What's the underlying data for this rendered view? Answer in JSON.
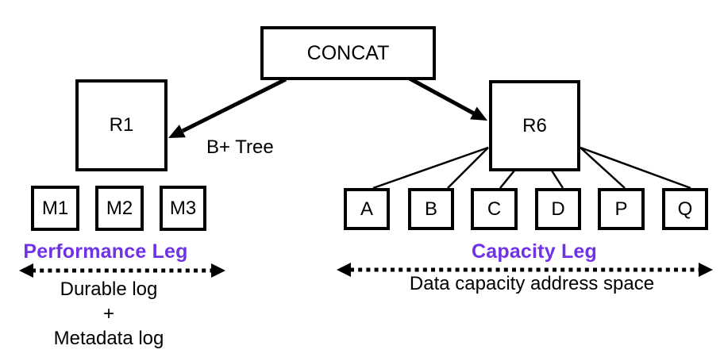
{
  "diagram": {
    "title_box": "CONCAT",
    "edge_label": "B+ Tree",
    "performance_leg": {
      "raid_label": "R1",
      "mirrors": [
        "M1",
        "M2",
        "M3"
      ],
      "leg_label": "Performance Leg",
      "caption_lines": [
        "Durable log",
        "+",
        "Metadata log"
      ]
    },
    "capacity_leg": {
      "raid_label": "R6",
      "devices": [
        "A",
        "B",
        "C",
        "D",
        "P",
        "Q"
      ],
      "leg_label": "Capacity Leg",
      "caption": "Data capacity address space"
    },
    "colors": {
      "accent_purple": "#6F32E6",
      "line": "#000000",
      "background": "#FFFFFF"
    }
  }
}
